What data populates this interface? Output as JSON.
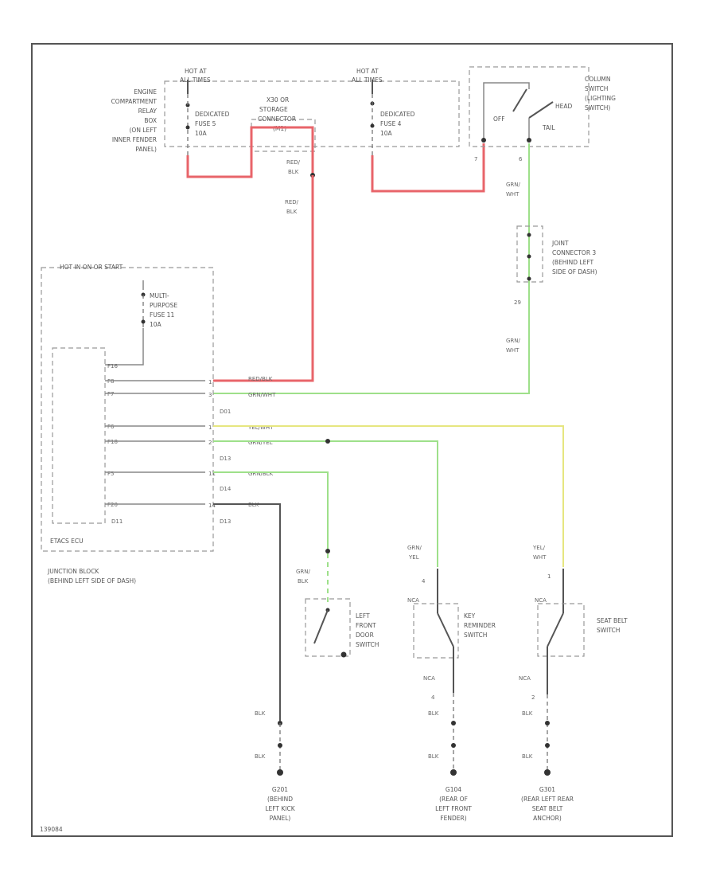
{
  "fuse_top_left": {
    "hot_at": "HOT AT",
    "hot_at_2": "ALL TIMES",
    "fuse_name": "DEDICATED",
    "fuse_num": "FUSE 5",
    "fuse_amp": "10A"
  },
  "fuse_top_mid": {
    "hot_at": "HOT AT",
    "hot_at_2": "ALL TIMES",
    "fuse_name": "DEDICATED",
    "fuse_num": "FUSE 4",
    "fuse_amp": "10A"
  },
  "engine_box": [
    "ENGINE",
    "COMPARTMENT",
    "RELAY",
    "BOX",
    "(ON LEFT",
    "INNER FENDER",
    "PANEL)"
  ],
  "storage_conn": [
    "X30 OR",
    "STORAGE",
    "CONNECTOR",
    "(M1)"
  ],
  "wire_red_blk_1": [
    "RED/",
    "BLK"
  ],
  "wire_red_blk_2": [
    "RED/",
    "BLK"
  ],
  "column_switch": {
    "title": [
      "COLUMN",
      "SWITCH",
      "(LIGHTING",
      "SWITCH)"
    ],
    "off": "OFF",
    "head": "HEAD",
    "tail": "TAIL",
    "pin_7": "7",
    "pin_6": "6"
  },
  "grn_wht_1": [
    "GRN/",
    "WHT"
  ],
  "joint_conn": [
    "JOINT",
    "CONNECTOR 3",
    "(BEHIND LEFT",
    "SIDE OF DASH)"
  ],
  "pin_29": "29",
  "grn_wht_2": [
    "GRN/",
    "WHT"
  ],
  "junction": {
    "hot_label": "HOT IN ON OR START",
    "fuse": [
      "MULTI-",
      "PURPOSE",
      "FUSE 11",
      "10A"
    ],
    "ecu": "ETACS ECU",
    "title": [
      "JUNCTION BLOCK",
      "(BEHIND LEFT SIDE OF DASH)"
    ],
    "left_pins": [
      "F16",
      "F8",
      "F7",
      "F6",
      "F18",
      "F5",
      "F20"
    ],
    "right_pins": [
      "1",
      "3",
      "1",
      "2",
      "11",
      "14"
    ],
    "conn_ids": [
      "D01",
      "D13",
      "D14",
      "D13",
      "D11"
    ],
    "wire_labels": [
      "RED/BLK",
      "GRN/WHT",
      "YEL/WHT",
      "GRN/YEL",
      "GRN/BLK",
      "BLK"
    ]
  },
  "left_door": {
    "wire": [
      "GRN/",
      "BLK"
    ],
    "title": [
      "LEFT",
      "FRONT",
      "DOOR",
      "SWITCH"
    ]
  },
  "key_switch": {
    "wire_top": [
      "GRN/",
      "YEL"
    ],
    "pin_top": "4",
    "nca_top": "NCA",
    "title": [
      "KEY",
      "REMINDER",
      "SWITCH"
    ],
    "nca_bot": "NCA",
    "pin_bot": "4",
    "blk1": "BLK",
    "blk2": "BLK",
    "ground": [
      "G104",
      "(REAR OF",
      "LEFT FRONT",
      "FENDER)"
    ]
  },
  "seat_belt": {
    "wire_top": [
      "YEL/",
      "WHT"
    ],
    "pin_top": "1",
    "nca_top": "NCA",
    "title": [
      "SEAT BELT",
      "SWITCH"
    ],
    "nca_bot": "NCA",
    "pin_bot": "2",
    "blk1": "BLK",
    "blk2": "BLK",
    "ground": [
      "G301",
      "(REAR LEFT REAR",
      "SEAT BELT",
      "ANCHOR)"
    ]
  },
  "left_ground": {
    "blk1": "BLK",
    "blk2": "BLK",
    "ground": [
      "G201",
      "(BEHIND",
      "LEFT KICK",
      "PANEL)"
    ]
  },
  "footer_code": "139084"
}
